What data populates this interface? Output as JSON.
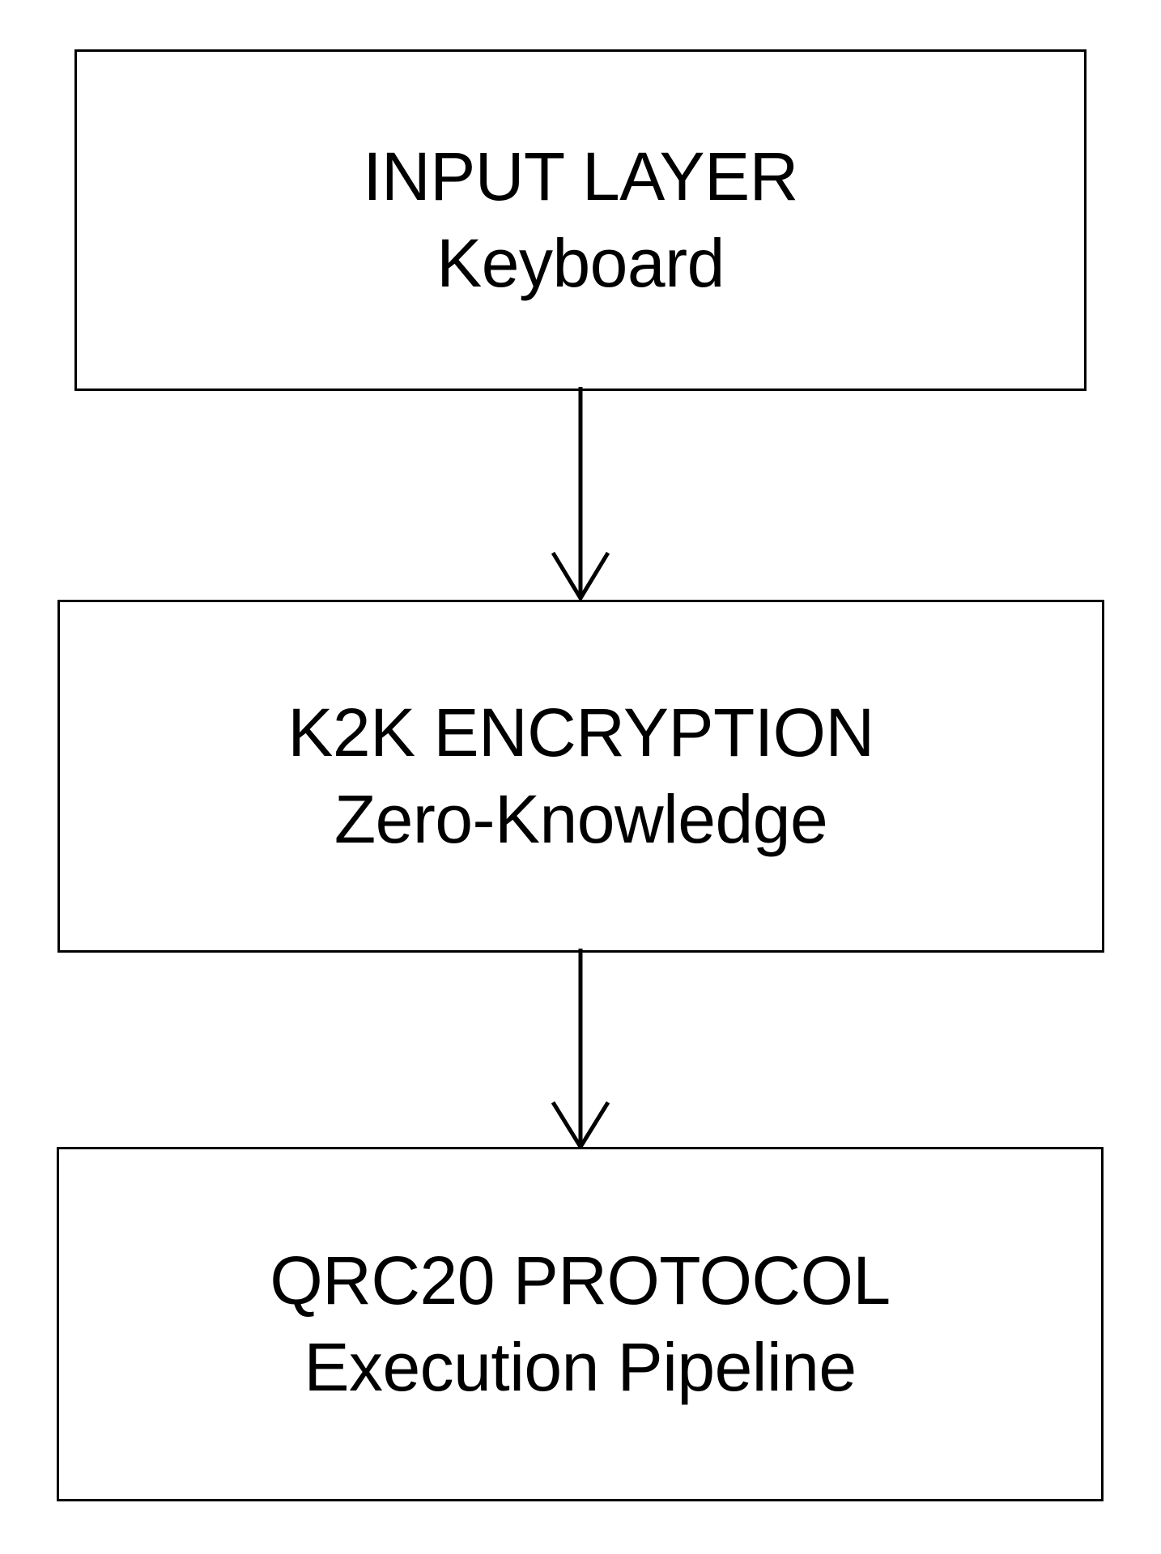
{
  "diagram": {
    "type": "vertical-flowchart",
    "background_color": "#ffffff",
    "stroke_color": "#000000",
    "nodes": [
      {
        "id": "input-layer",
        "title": "INPUT LAYER",
        "subtitle": "Keyboard"
      },
      {
        "id": "k2k-encryption",
        "title": "K2K ENCRYPTION",
        "subtitle": "Zero-Knowledge"
      },
      {
        "id": "qrc20-protocol",
        "title": "QRC20 PROTOCOL",
        "subtitle": "Execution Pipeline"
      }
    ],
    "connectors": [
      {
        "id": "connector-1",
        "from": "input-layer",
        "to": "k2k-encryption",
        "style": "arrow-down-open-head"
      },
      {
        "id": "connector-2",
        "from": "k2k-encryption",
        "to": "qrc20-protocol",
        "style": "arrow-down-open-head"
      }
    ]
  }
}
